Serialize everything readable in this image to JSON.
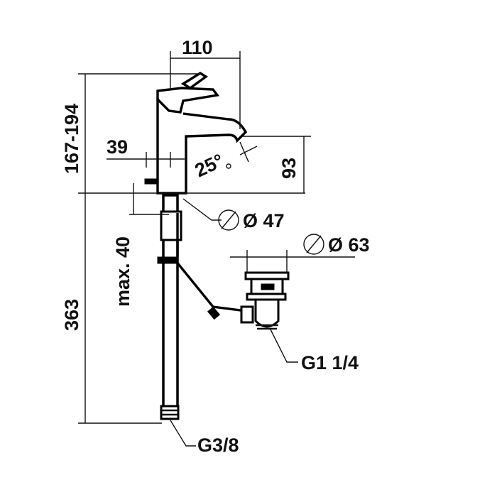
{
  "dimensions": {
    "spout_reach": "110",
    "total_height": "167-194",
    "lever_offset": "39",
    "spout_angle": "25°",
    "spout_height": "93",
    "base_diameter": "Ø 47",
    "drain_diameter": "Ø 63",
    "max_thickness": "max. 40",
    "connection_length": "363",
    "drain_thread": "G1 1/4",
    "supply_thread": "G3/8"
  }
}
